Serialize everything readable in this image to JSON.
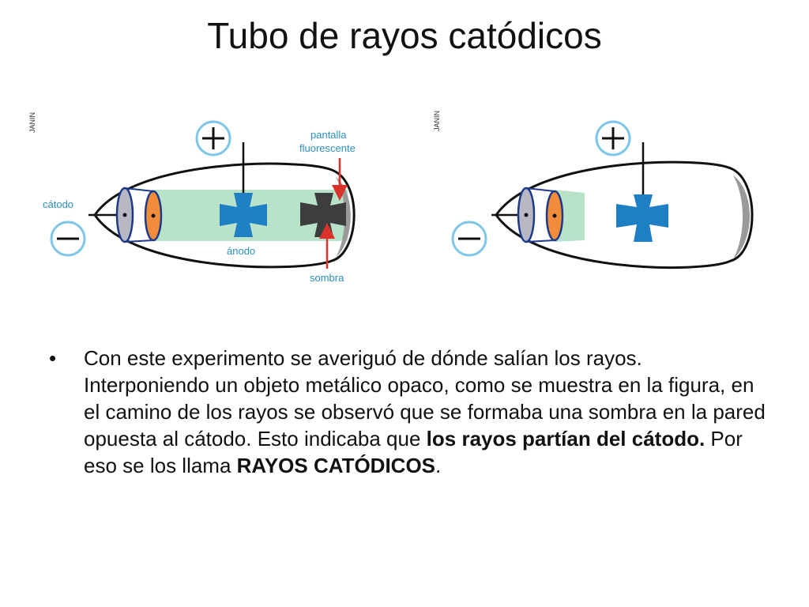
{
  "title": "Tubo de rayos catódicos",
  "figure_left": {
    "watermark": "JANIN",
    "labels": {
      "cathode": "cátodo",
      "anode": "ánodo",
      "screen_line1": "pantalla",
      "screen_line2": "fluorescente",
      "shadow": "sombra"
    }
  },
  "figure_right": {
    "watermark": "JANIN"
  },
  "bullet": {
    "part1": "Con este experimento se averiguó de dónde salían los rayos. Interponiendo un objeto metálico opaco, como se muestra en la figura, en el camino de los rayos se observó que se formaba una sombra en la pared opuesta al cátodo. Esto indicaba que ",
    "bold1": "los rayos partían del cátodo.",
    "part2": " Por eso se los llama ",
    "bold2": "RAYOS CATÓDICOS",
    "part3": "."
  },
  "colors": {
    "beam": "#b9e3c9",
    "cross": "#1f7fc4",
    "shadow": "#3d3d3d",
    "arrow": "#d9332b",
    "label": "#2a8fc1",
    "screen": "#9a9a9a",
    "anode_plate": "#f08c3a",
    "cathode_plate": "#b8b8c4"
  }
}
